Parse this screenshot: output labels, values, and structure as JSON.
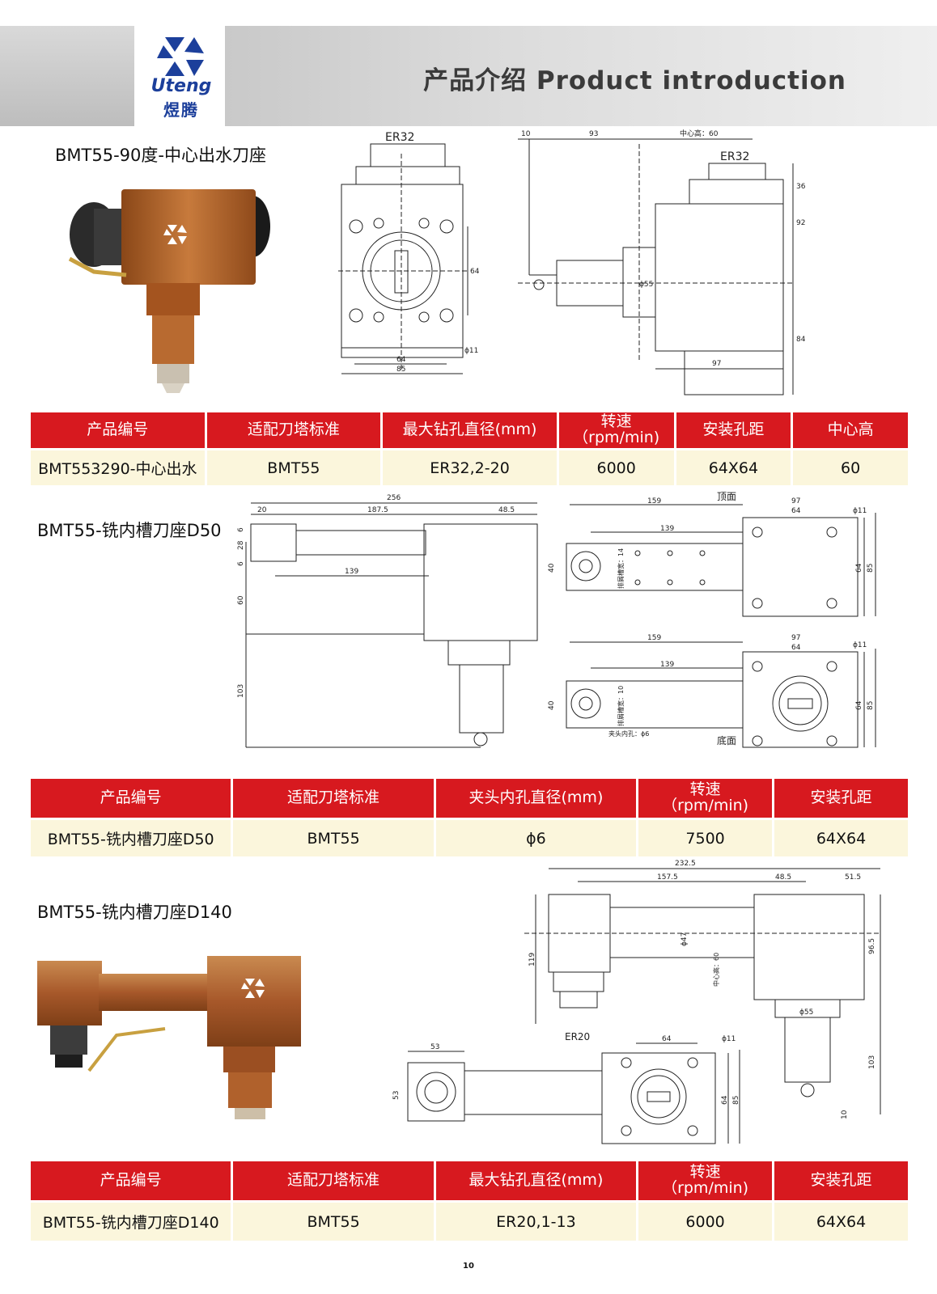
{
  "header": {
    "title": "产品介绍 Product introduction",
    "logo_word": "Uteng",
    "logo_cn": "煜腾"
  },
  "sections": [
    {
      "title": "BMT55-90度-中心出水刀座",
      "table": {
        "headers": [
          "产品编号",
          "适配刀塔标准",
          "最大钻孔直径(mm)",
          "转速\n（rpm/min)",
          "安装孔距",
          "中心高"
        ],
        "row": [
          "BMT553290-中心出水",
          "BMT55",
          "ER32,2-20",
          "6000",
          "64X64",
          "60"
        ]
      }
    },
    {
      "title": "BMT55-铣内槽刀座D50",
      "table": {
        "headers": [
          "产品编号",
          "适配刀塔标准",
          "夹头内孔直径(mm)",
          "转速\n（rpm/min)",
          "安装孔距"
        ],
        "row": [
          "BMT55-铣内槽刀座D50",
          "BMT55",
          "ϕ6",
          "7500",
          "64X64"
        ]
      }
    },
    {
      "title": "BMT55-铣内槽刀座D140",
      "table": {
        "headers": [
          "产品编号",
          "适配刀塔标准",
          "最大钻孔直径(mm)",
          "转速\n（rpm/min)",
          "安装孔距"
        ],
        "row": [
          "BMT55-铣内槽刀座D140",
          "BMT55",
          "ER20,1-13",
          "6000",
          "64X64"
        ]
      }
    }
  ],
  "drawings": {
    "d1_front": [
      "ER32",
      "64",
      "64",
      "85",
      "ϕ11"
    ],
    "d1_side": [
      "10",
      "93",
      "中心高：60",
      "ER32",
      "36",
      "92",
      "ϕ55",
      "84",
      "97"
    ],
    "d2_side": [
      "256",
      "20",
      "187.5",
      "48.5",
      "6",
      "28",
      "6",
      "139",
      "60",
      "103"
    ],
    "d2_top": [
      "159",
      "顶面",
      "97",
      "64",
      "ϕ11",
      "139",
      "40",
      "排屑槽宽：14",
      "64",
      "85"
    ],
    "d2_bottom": [
      "159",
      "97",
      "64",
      "ϕ11",
      "139",
      "40",
      "排屑槽宽：10",
      "夹头内孔：ϕ6",
      "底面",
      "64",
      "85"
    ],
    "d3_side": [
      "232.5",
      "157.5",
      "48.5",
      "51.5",
      "119",
      "ϕ47",
      "中心高：60",
      "96.5",
      "ϕ55",
      "ER20",
      "103",
      "10"
    ],
    "d3_top": [
      "53",
      "64",
      "ϕ11",
      "53",
      "64",
      "85"
    ]
  },
  "page_number": "10",
  "colors": {
    "table_header": "#d7191f",
    "table_row": "#fbf6dc",
    "brand_blue": "#1c3f9b",
    "copper": "#b8642a"
  }
}
